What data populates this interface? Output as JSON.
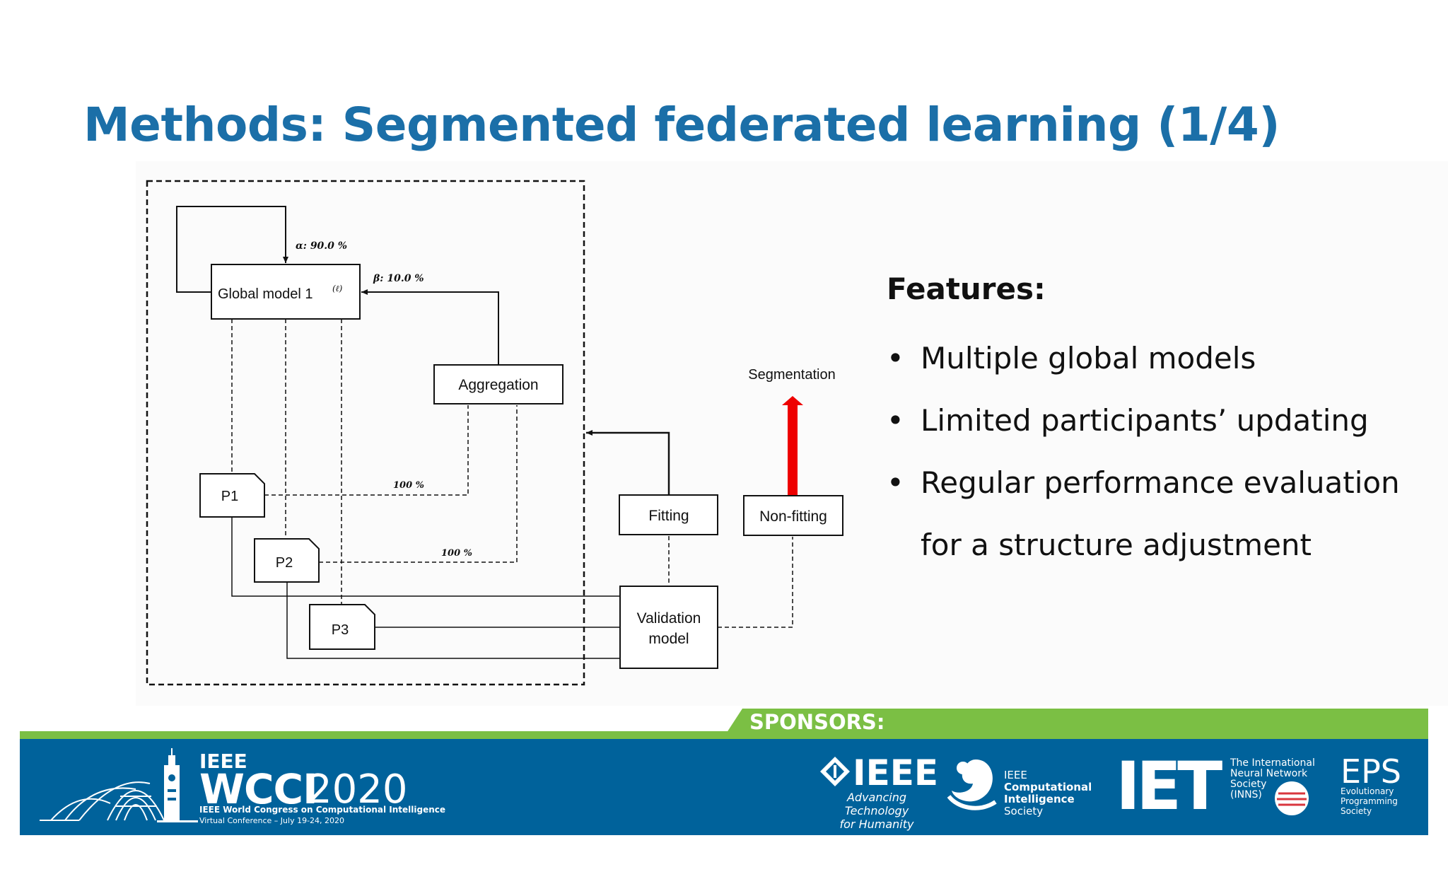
{
  "slide": {
    "title": "Methods: Segmented federated learning (1/4)"
  },
  "diagram": {
    "alpha_label": "α: 90.0 %",
    "beta_label": "β: 10.0 %",
    "global_model": "Global model 1",
    "global_model_sup": "(ℓ)",
    "aggregation": "Aggregation",
    "p1": "P1",
    "p2": "P2",
    "p3": "P3",
    "p1_pct": "100 %",
    "p2_pct": "100 %",
    "fitting": "Fitting",
    "non_fitting": "Non-fitting",
    "segmentation": "Segmentation",
    "validation_line1": "Validation",
    "validation_line2": "model"
  },
  "features": {
    "heading": "Features:",
    "items": [
      "Multiple global models",
      "Limited participants’ updating",
      "Regular performance evaluation",
      "for a structure adjustment"
    ]
  },
  "footer": {
    "sponsors_label": "SPONSORS:",
    "wcci_ieee": "IEEE",
    "wcci_name": "WCCI",
    "wcci_year": "2020",
    "wcci_subtitle": "IEEE World Congress on Computational Intelligence",
    "wcci_dates": "Virtual Conference – July 19-24, 2020",
    "ieee_logo": "IEEE",
    "ieee_tagline_1": "Advancing Technology",
    "ieee_tagline_2": "for Humanity",
    "cis_1": "IEEE",
    "cis_2": "Computational",
    "cis_3": "Intelligence",
    "cis_4": "Society",
    "iet_logo": "IET",
    "inns_1": "The International",
    "inns_2": "Neural Network",
    "inns_3": "Society",
    "inns_4": "(INNS)",
    "eps_logo": "EPS",
    "eps_1": "Evolutionary",
    "eps_2": "Programming",
    "eps_3": "Society"
  },
  "colors": {
    "title": "#1b6fa8",
    "footer_blue": "#00629b",
    "footer_green": "#7bbf44",
    "segmentation_arrow": "#ee0000"
  }
}
